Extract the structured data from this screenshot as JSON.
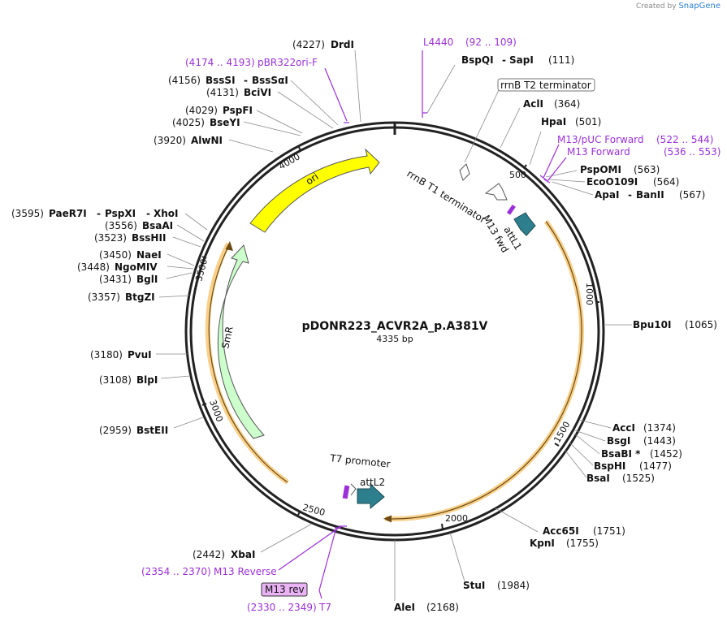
{
  "credit": {
    "prefix": "Created by",
    "brand": "SnapGene"
  },
  "plasmid": {
    "name": "pDONR223_ACVR2A_p.A381V",
    "length": "4335 bp"
  },
  "ticks": [
    "500",
    "1000",
    "1500",
    "2000",
    "2500",
    "3000",
    "3500",
    "4000"
  ],
  "features": {
    "ori": "ori",
    "smr": "SmR",
    "attl1": "attL1",
    "attl2": "attL2",
    "m13fwd": "M13 fwd",
    "t1": "rrnB T1 terminator",
    "t2": "rrnB T2 terminator",
    "t7promoter": "T7 promoter",
    "m13rev": "M13 rev"
  },
  "enzymes": {
    "drdi": {
      "name": "DrdI",
      "pos": "(4227)"
    },
    "bssi": {
      "name": "BssSI",
      "name2": "BssSαI",
      "pos": "(4156)"
    },
    "bcivi": {
      "name": "BciVI",
      "pos": "(4131)"
    },
    "pspfi": {
      "name": "PspFI",
      "pos": "(4029)"
    },
    "bseyi": {
      "name": "BseYI",
      "pos": "(4025)"
    },
    "alwni": {
      "name": "AlwNI",
      "pos": "(3920)"
    },
    "paer7i": {
      "name": "PaeR7I",
      "name2": "PspXI",
      "name3": "XhoI",
      "pos": "(3595)"
    },
    "bsaai": {
      "name": "BsaAI",
      "pos": "(3556)"
    },
    "bsshii": {
      "name": "BssHII",
      "pos": "(3523)"
    },
    "naei": {
      "name": "NaeI",
      "pos": "(3450)"
    },
    "ngomiv": {
      "name": "NgoMIV",
      "pos": "(3448)"
    },
    "bgli": {
      "name": "BglI",
      "pos": "(3431)"
    },
    "btgzi": {
      "name": "BtgZI",
      "pos": "(3357)"
    },
    "pvui": {
      "name": "PvuI",
      "pos": "(3180)"
    },
    "blpi": {
      "name": "BlpI",
      "pos": "(3108)"
    },
    "bsteii": {
      "name": "BstEII",
      "pos": "(2959)"
    },
    "xbai": {
      "name": "XbaI",
      "pos": "(2442)"
    },
    "alei": {
      "name": "AleI",
      "pos": "(2168)"
    },
    "stui": {
      "name": "StuI",
      "pos": "(1984)"
    },
    "kpni": {
      "name": "KpnI",
      "pos": "(1755)"
    },
    "acc65i": {
      "name": "Acc65I",
      "pos": "(1751)"
    },
    "bsai": {
      "name": "BsaI",
      "pos": "(1525)"
    },
    "bsphi": {
      "name": "BspHI",
      "pos": "(1477)"
    },
    "bsabi": {
      "name": "BsaBI *",
      "pos": "(1452)"
    },
    "bsgi": {
      "name": "BsgI",
      "pos": "(1443)"
    },
    "acci": {
      "name": "AccI",
      "pos": "(1374)"
    },
    "bpu10i": {
      "name": "Bpu10I",
      "pos": "(1065)"
    },
    "apai": {
      "name": "ApaI",
      "name2": "BanII",
      "pos": "(567)"
    },
    "eco0109i": {
      "name": "EcoO109I",
      "pos": "(564)"
    },
    "pspomi": {
      "name": "PspOMI",
      "pos": "(563)"
    },
    "hpai": {
      "name": "HpaI",
      "pos": "(501)"
    },
    "acli": {
      "name": "AclI",
      "pos": "(364)"
    },
    "bspqi": {
      "name": "BspQI",
      "name2": "SapI",
      "pos": "(111)"
    }
  },
  "primers": {
    "l4440": {
      "name": "L4440",
      "range": "(92 .. 109)"
    },
    "pbr322": {
      "name": "pBR322ori-F",
      "range": "(4174 .. 4193)"
    },
    "m13puc": {
      "name": "M13/pUC Forward",
      "range": "(522 .. 544)"
    },
    "m13f": {
      "name": "M13 Forward",
      "range": "(536 .. 553)"
    },
    "m13r": {
      "name": "M13 Reverse",
      "range": "(2354 .. 2370)"
    },
    "t7": {
      "name": "T7",
      "range": "(2330 .. 2349)"
    }
  },
  "colors": {
    "ori": "#ffff00",
    "smr": "#ccffcc",
    "attl": "#2e7f8e",
    "primer": "#9b30d9",
    "orf": "#f3a929",
    "backbone": "#222222"
  }
}
